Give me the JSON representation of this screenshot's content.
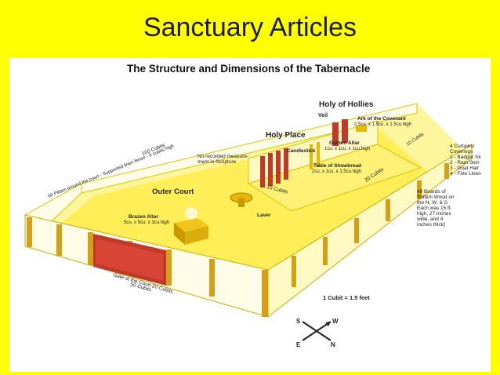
{
  "slide": {
    "title": "Sanctuary Articles",
    "diagram_title": "The Structure and Dimensions of the Tabernacle"
  },
  "labels": {
    "holy_of_hollies": "Holy of Hollies",
    "veil": "Veil",
    "ark_title": "Ark of the Covenant",
    "ark_dims": "2.5cu. x 1.5cu. x 1.5cu.high",
    "holy_place": "Holy Place",
    "golden_altar_title": "Golden Altar",
    "golden_altar_dims": "1cu. x 1cu. x 1cu.high",
    "candlestick": "Candlestick",
    "no_record_1": "No recorded measure-",
    "no_record_2": "ment in Scripture",
    "shewbread_title": "Table of Shewbread",
    "shewbread_dims": "2cu. x 1cu. x 1.5cu.high",
    "outer_court": "Outer Court",
    "laver": "Laver",
    "brazen_altar_title": "Brazen Altar",
    "brazen_altar_dims": "5cu. x 5cu. x 3cu.high",
    "gate_1": "Gate of the Court 20 Cubits",
    "gate_2": "50 Cubits",
    "pillars_1": "100 Cubits",
    "pillars_2": "60 Pillars around the court - Supported linen fence - 5 cubits high",
    "ten_cubits_inner": "10 Cubits",
    "ten_cubits_right": "10 Cubits",
    "twenty_cubits": "20 Cubits",
    "cubit_note": "1 Cubit  =  1.5 feet"
  },
  "coverings": [
    "4 Curtains/",
    "Coverings",
    "1 - Badger Sk",
    "2 - Ram Skin",
    "3 - Goat Hair",
    "4 - Fine Linen"
  ],
  "boards": [
    "48 Boards of",
    "Shittim Wood on",
    "the N, W, & S",
    "Each was 15 ft.",
    "high, 27 inches",
    "wide, and 4",
    "inches thick)"
  ],
  "compass": {
    "n": "N",
    "s": "S",
    "e": "E",
    "w": "W"
  },
  "colors": {
    "slide_bg": "#ffff00",
    "court_floor": "#fff176",
    "curtain_red": "#c0392b",
    "gold": "#e6b800"
  }
}
